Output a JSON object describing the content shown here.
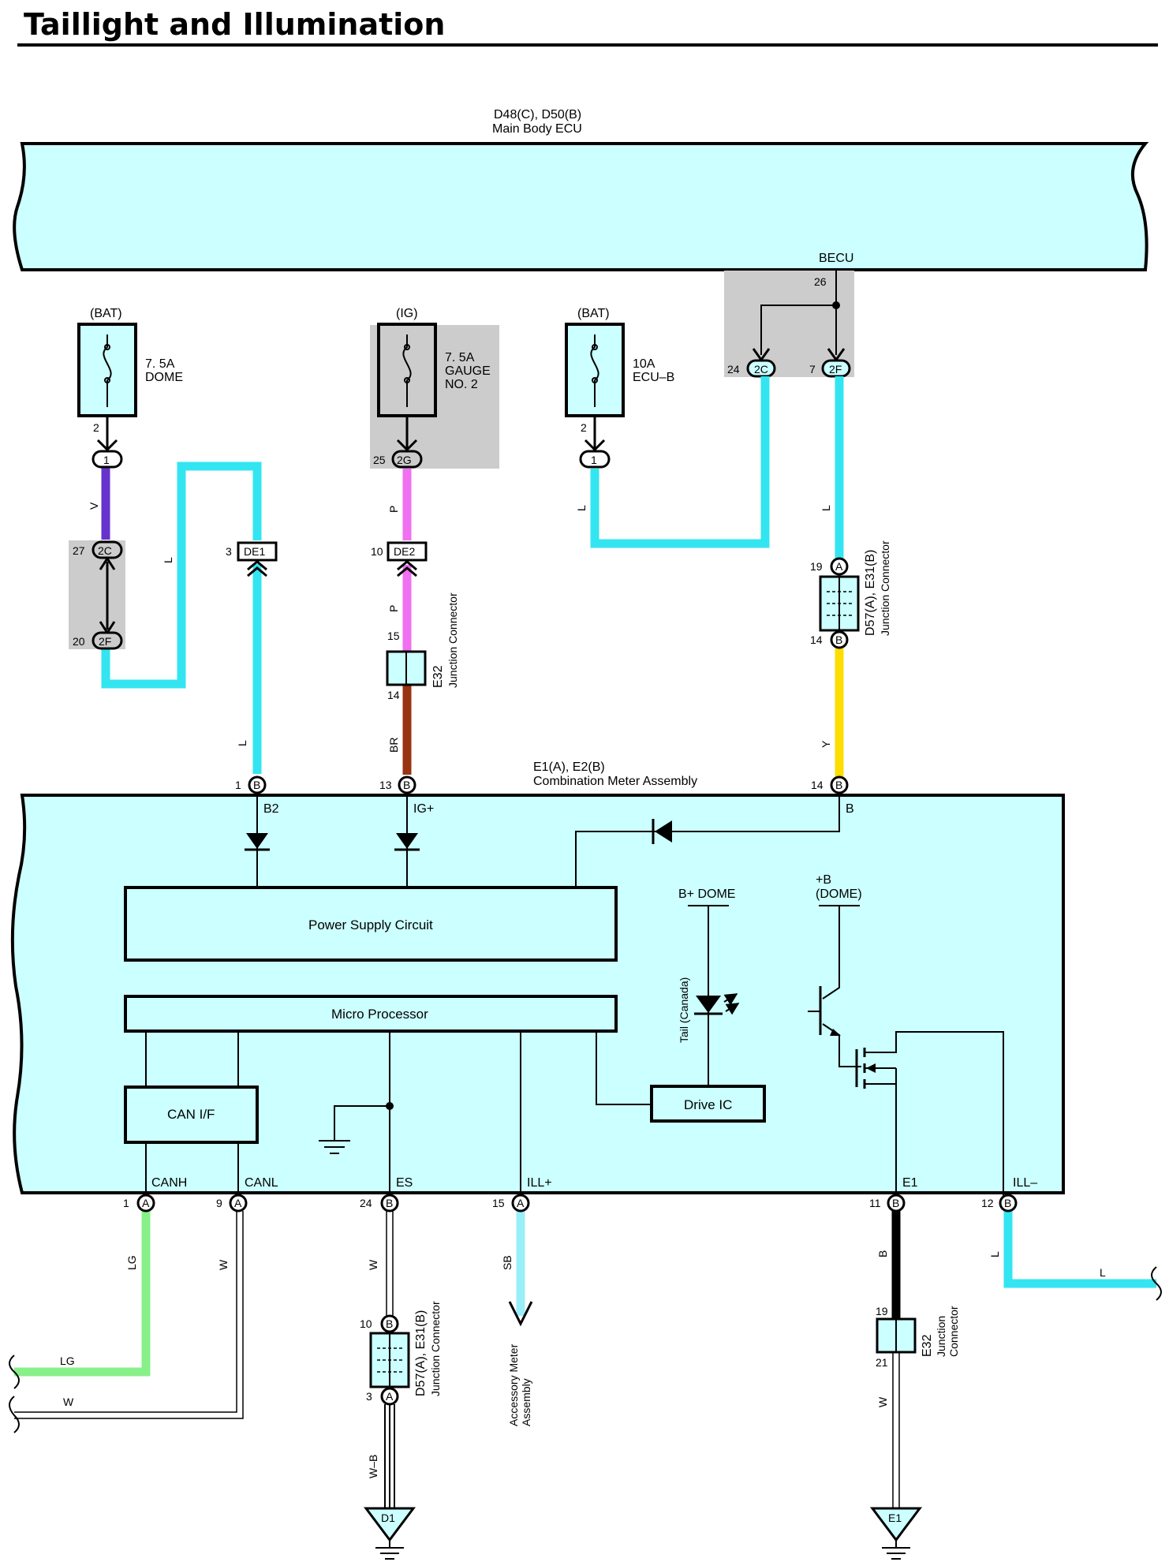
{
  "title": "Taillight and Illumination",
  "colors": {
    "ecu_fill": "#ccffff",
    "shade": "#cccccc",
    "wire_l": "#33e5f0",
    "wire_v": "#6633cc",
    "wire_p": "#f070f0",
    "wire_br": "#993311",
    "wire_y": "#ffdd00",
    "wire_lg": "#88f088",
    "wire_sb": "#99eef8",
    "wire_b": "#000000",
    "wire_w": "#ffffff"
  },
  "main_ecu": {
    "connectors": "D48(C), D50(B)",
    "name": "Main Body ECU",
    "terminal": "BECU",
    "pin": "26"
  },
  "fuses": [
    {
      "source": "(BAT)",
      "rating": "7. 5A",
      "name": "DOME",
      "pin": "2",
      "conn_pin": "1"
    },
    {
      "source": "(IG)",
      "rating": "7. 5A",
      "name1": "GAUGE",
      "name2": "NO. 2",
      "pin": "25",
      "conn": "2G"
    },
    {
      "source": "(BAT)",
      "rating": "10A",
      "name": "ECU–B",
      "pin": "2",
      "conn_pin": "1"
    }
  ],
  "dome_jb": {
    "pin_top": "27",
    "conn_top": "2C",
    "pin_bot": "20",
    "conn_bot": "2F"
  },
  "becu_jb": {
    "pin_a": "24",
    "conn_a": "2C",
    "pin_b": "7",
    "conn_b": "2F"
  },
  "de1": {
    "pin": "3",
    "conn": "DE1"
  },
  "de2": {
    "pin": "10",
    "conn": "DE2"
  },
  "wire_labels": {
    "v": "V",
    "l": "L",
    "p": "P",
    "br": "BR",
    "y": "Y",
    "lg": "LG",
    "w": "W",
    "sb": "SB",
    "b": "B",
    "wb": "W–B"
  },
  "e32_upper": {
    "code": "E32",
    "name": "Junction Connector",
    "pin_in": "15",
    "pin_out": "14"
  },
  "d57_upper": {
    "code": "D57(A), E31(B)",
    "name": "Junction Connector",
    "pin_in": "19",
    "conn_in": "A",
    "pin_out": "14",
    "conn_out": "B"
  },
  "meter": {
    "connectors": "E1(A), E2(B)",
    "name": "Combination Meter Assembly",
    "top_pins": [
      {
        "pin": "1",
        "conn": "B",
        "terminal": "B2"
      },
      {
        "pin": "13",
        "conn": "B",
        "terminal": "IG+"
      },
      {
        "pin": "14",
        "conn": "B",
        "terminal": "B"
      }
    ],
    "bottom_pins": [
      {
        "pin": "1",
        "conn": "A",
        "terminal": "CANH"
      },
      {
        "pin": "9",
        "conn": "A",
        "terminal": "CANL"
      },
      {
        "pin": "24",
        "conn": "B",
        "terminal": "ES"
      },
      {
        "pin": "15",
        "conn": "A",
        "terminal": "ILL+"
      },
      {
        "pin": "11",
        "conn": "B",
        "terminal": "E1"
      },
      {
        "pin": "12",
        "conn": "B",
        "terminal": "ILL–"
      }
    ],
    "power_supply": "Power Supply Circuit",
    "micro": "Micro Processor",
    "can_if": "CAN I/F",
    "drive_ic": "Drive IC",
    "bdome": "B+ DOME",
    "plus_b": "+B",
    "dome": "(DOME)",
    "tail": "Tail (Canada)"
  },
  "d57_lower": {
    "code": "D57(A), E31(B)",
    "name": "Junction Connector",
    "pin_in": "10",
    "conn_in": "B",
    "pin_out": "3",
    "conn_out": "A"
  },
  "e32_lower": {
    "code": "E32",
    "name1": "Junction",
    "name2": "Connector",
    "pin_in": "19",
    "pin_out": "21"
  },
  "accessory": {
    "line1": "Accessory Meter",
    "line2": "Assembly"
  },
  "grounds": {
    "d1": "D1",
    "e1": "E1"
  }
}
